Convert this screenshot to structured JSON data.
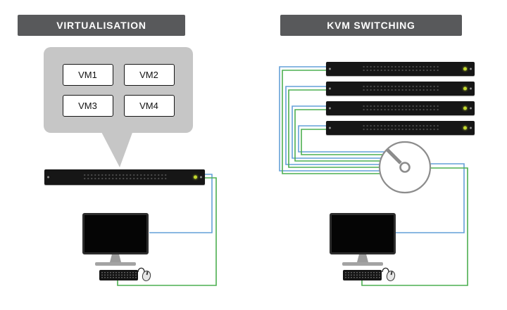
{
  "left": {
    "title": "VIRTUALISATION",
    "vms": [
      {
        "label": "VM1"
      },
      {
        "label": "VM2"
      },
      {
        "label": "VM3"
      },
      {
        "label": "VM4"
      }
    ],
    "devices": {
      "server": "rack-server-1u",
      "monitor": "desktop-monitor",
      "keyboard": "keyboard",
      "mouse": "mouse"
    }
  },
  "right": {
    "title": "KVM SWITCHING",
    "server_count": 4,
    "switch_icon": "rotary-kvm-switch"
  },
  "colors": {
    "banner-bg": "#58595b",
    "banner-text": "#ffffff",
    "bubble-bg": "#c6c6c6",
    "cable-blue": "#64a0d8",
    "cable-green": "#4caf50",
    "device-black": "#161616",
    "led-green": "#c3d82e",
    "switch-stroke": "#8c8c8c"
  }
}
